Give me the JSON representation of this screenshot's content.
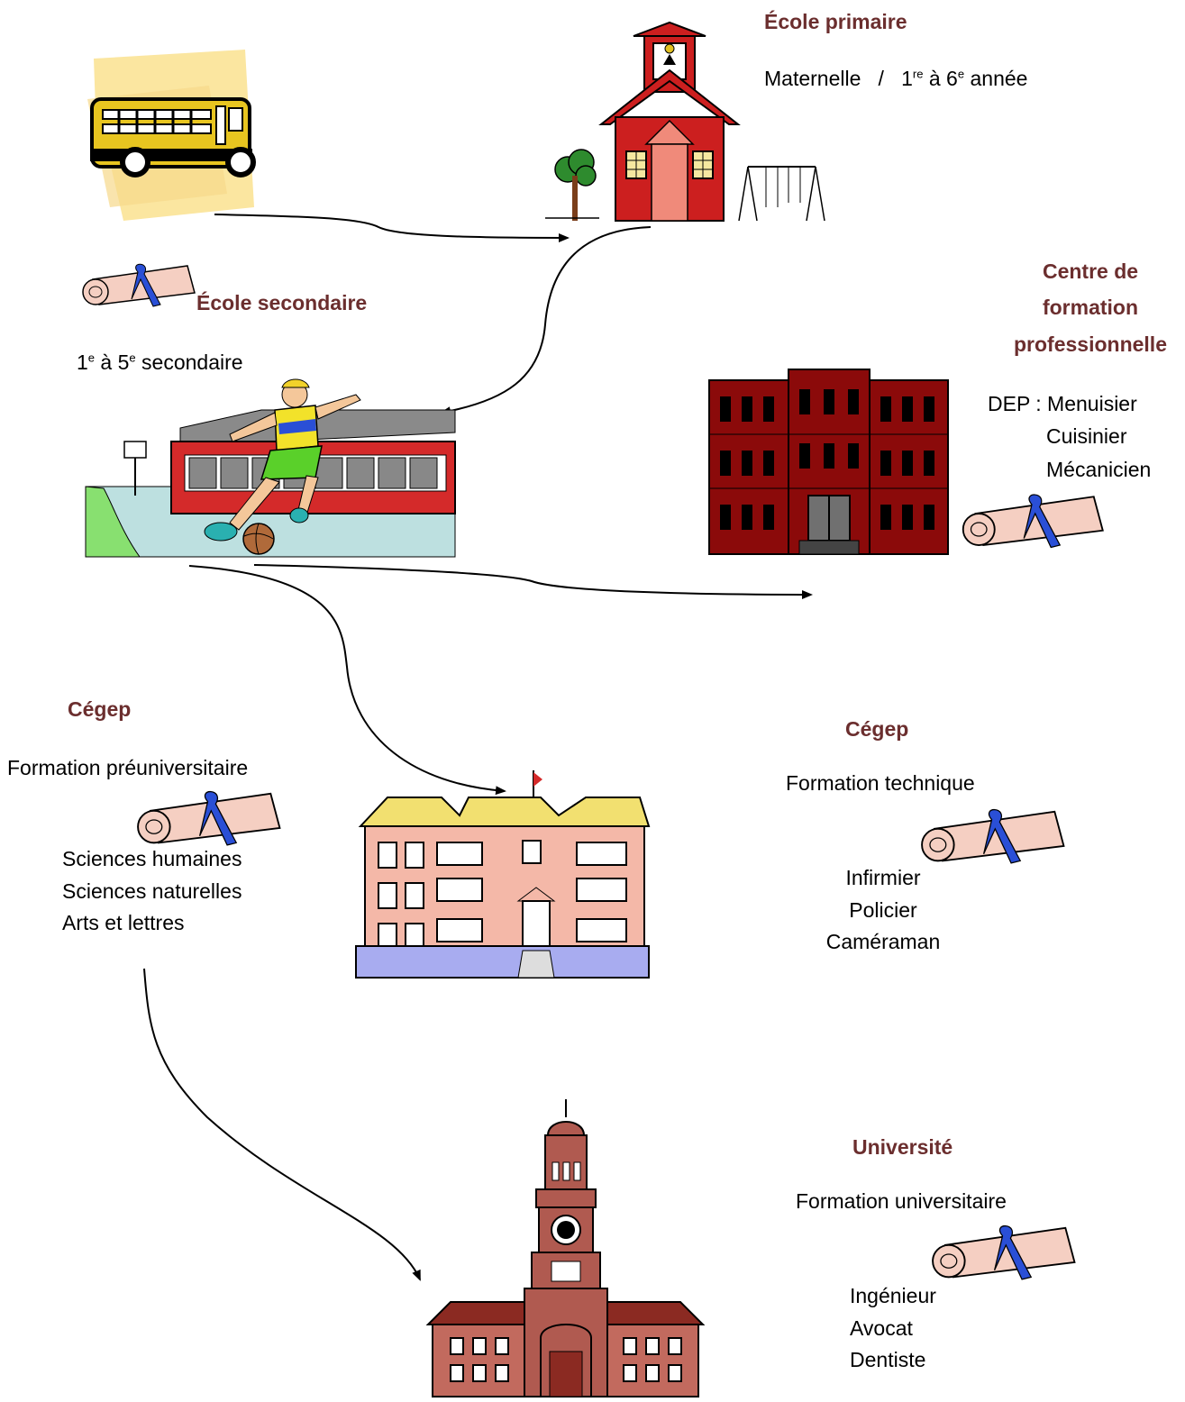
{
  "primary": {
    "title": "École primaire",
    "levels_start": "Maternelle   /   1",
    "sup1": "re",
    "levels_mid": " à 6",
    "sup2": "e",
    "levels_end": " année"
  },
  "secondary": {
    "title": "École secondaire",
    "levels_start": "1",
    "sup1": "e",
    "levels_mid": " à 5",
    "sup2": "e",
    "levels_end": " secondaire"
  },
  "vocational": {
    "title_lines": [
      "Centre de",
      "formation",
      "professionnelle"
    ],
    "dep_label": "DEP : Menuisier",
    "jobs": [
      "Cuisinier",
      "Mécanicien"
    ]
  },
  "cegep_pre": {
    "title": "Cégep",
    "subtitle": "Formation préuniversitaire",
    "programs": [
      "Sciences humaines",
      "Sciences naturelles",
      "Arts et lettres"
    ]
  },
  "cegep_tech": {
    "title": "Cégep",
    "subtitle": "Formation technique",
    "jobs": [
      "Infirmier",
      "Policier",
      "Caméraman"
    ]
  },
  "university": {
    "title": "Université",
    "subtitle": "Formation universitaire",
    "jobs": [
      "Ingénieur",
      "Avocat",
      "Dentiste"
    ]
  },
  "colors": {
    "heading": "#6b2e2e",
    "primary_school": "#cc1f1f",
    "vocational_building": "#8b0a0a",
    "university_building": "#b05a50",
    "ribbon": "#2a4fd6",
    "scroll": "#f5cfc2"
  }
}
